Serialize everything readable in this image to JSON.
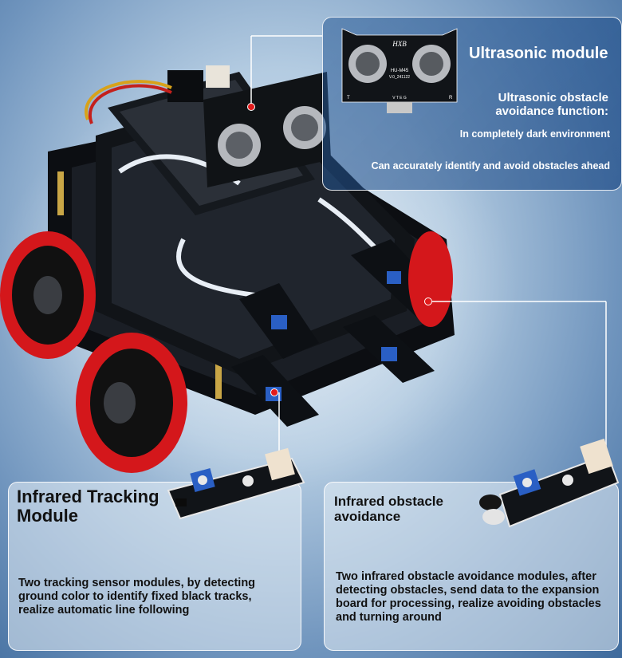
{
  "ultrasonic": {
    "title": "Ultrasonic module",
    "subtitle": "Ultrasonic obstacle avoidance function:",
    "line1": "In completely dark environment",
    "line2": "Can accurately identify and avoid obstacles ahead",
    "board_brand": "HXB",
    "board_model": "HU-M45",
    "board_version": "V.0_241122",
    "pins": "V T E G",
    "pin_left": "T",
    "pin_right": "R"
  },
  "tracking": {
    "title": "Infrared Tracking Module",
    "description": "Two tracking sensor modules, by detecting ground color to identify fixed black tracks, realize automatic line following"
  },
  "ir_avoidance": {
    "title": "Infrared obstacle avoidance",
    "description": "Two infrared obstacle avoidance modules, after detecting obstacles, send data to the expansion board for processing, realize avoiding obstacles and turning around"
  },
  "colors": {
    "accent_red": "#e21b1b",
    "wheel_red": "#d4171b",
    "board_black": "#111418",
    "pot_blue": "#2a5fc4"
  }
}
